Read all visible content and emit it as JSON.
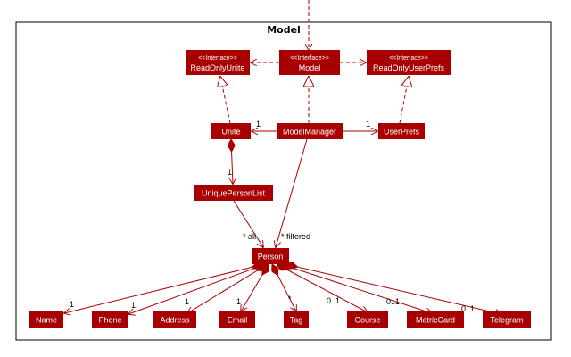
{
  "package": {
    "title": "Model"
  },
  "colors": {
    "box_fill": "#A80000",
    "edge": "#A80000",
    "text_on_box": "#FFFFFF",
    "frame": "#000000"
  },
  "nodes": [
    {
      "id": "ReadOnlyUnite",
      "stereotype": "<<Interface>>",
      "label": "ReadOnlyUnite"
    },
    {
      "id": "Model",
      "stereotype": "<<Interface>>",
      "label": "Model"
    },
    {
      "id": "ReadOnlyUserPrefs",
      "stereotype": "<<Interface>>",
      "label": "ReadOnlyUserPrefs"
    },
    {
      "id": "Unite",
      "label": "Unite"
    },
    {
      "id": "ModelManager",
      "label": "ModelManager"
    },
    {
      "id": "UserPrefs",
      "label": "UserPrefs"
    },
    {
      "id": "UniquePersonList",
      "label": "UniquePersonList"
    },
    {
      "id": "Person",
      "label": "Person"
    },
    {
      "id": "Name",
      "label": "Name"
    },
    {
      "id": "Phone",
      "label": "Phone"
    },
    {
      "id": "Address",
      "label": "Address"
    },
    {
      "id": "Email",
      "label": "Email"
    },
    {
      "id": "Tag",
      "label": "Tag"
    },
    {
      "id": "Course",
      "label": "Course"
    },
    {
      "id": "MatricCard",
      "label": "MatricCard"
    },
    {
      "id": "Telegram",
      "label": "Telegram"
    }
  ],
  "edges": [
    {
      "from": "external",
      "to": "Model",
      "kind": "dependency"
    },
    {
      "from": "Model",
      "to": "ReadOnlyUnite",
      "kind": "dependency"
    },
    {
      "from": "Model",
      "to": "ReadOnlyUserPrefs",
      "kind": "dependency"
    },
    {
      "from": "Unite",
      "to": "ReadOnlyUnite",
      "kind": "realization"
    },
    {
      "from": "ModelManager",
      "to": "Model",
      "kind": "realization"
    },
    {
      "from": "UserPrefs",
      "to": "ReadOnlyUserPrefs",
      "kind": "realization"
    },
    {
      "from": "ModelManager",
      "to": "Unite",
      "kind": "association",
      "label": "1"
    },
    {
      "from": "ModelManager",
      "to": "UserPrefs",
      "kind": "association",
      "label": "1"
    },
    {
      "from": "Unite",
      "to": "UniquePersonList",
      "kind": "composition",
      "label": "1"
    },
    {
      "from": "UniquePersonList",
      "to": "Person",
      "kind": "association",
      "label": "* all"
    },
    {
      "from": "ModelManager",
      "to": "Person",
      "kind": "association",
      "label": "* filtered"
    },
    {
      "from": "Person",
      "to": "Name",
      "kind": "composition",
      "label": "1"
    },
    {
      "from": "Person",
      "to": "Phone",
      "kind": "composition",
      "label": "1"
    },
    {
      "from": "Person",
      "to": "Address",
      "kind": "composition",
      "label": "1"
    },
    {
      "from": "Person",
      "to": "Email",
      "kind": "composition",
      "label": "1"
    },
    {
      "from": "Person",
      "to": "Tag",
      "kind": "composition",
      "label": "*"
    },
    {
      "from": "Person",
      "to": "Course",
      "kind": "composition",
      "label": "0..1"
    },
    {
      "from": "Person",
      "to": "MatricCard",
      "kind": "composition",
      "label": "0..1"
    },
    {
      "from": "Person",
      "to": "Telegram",
      "kind": "composition",
      "label": "0..1"
    }
  ]
}
